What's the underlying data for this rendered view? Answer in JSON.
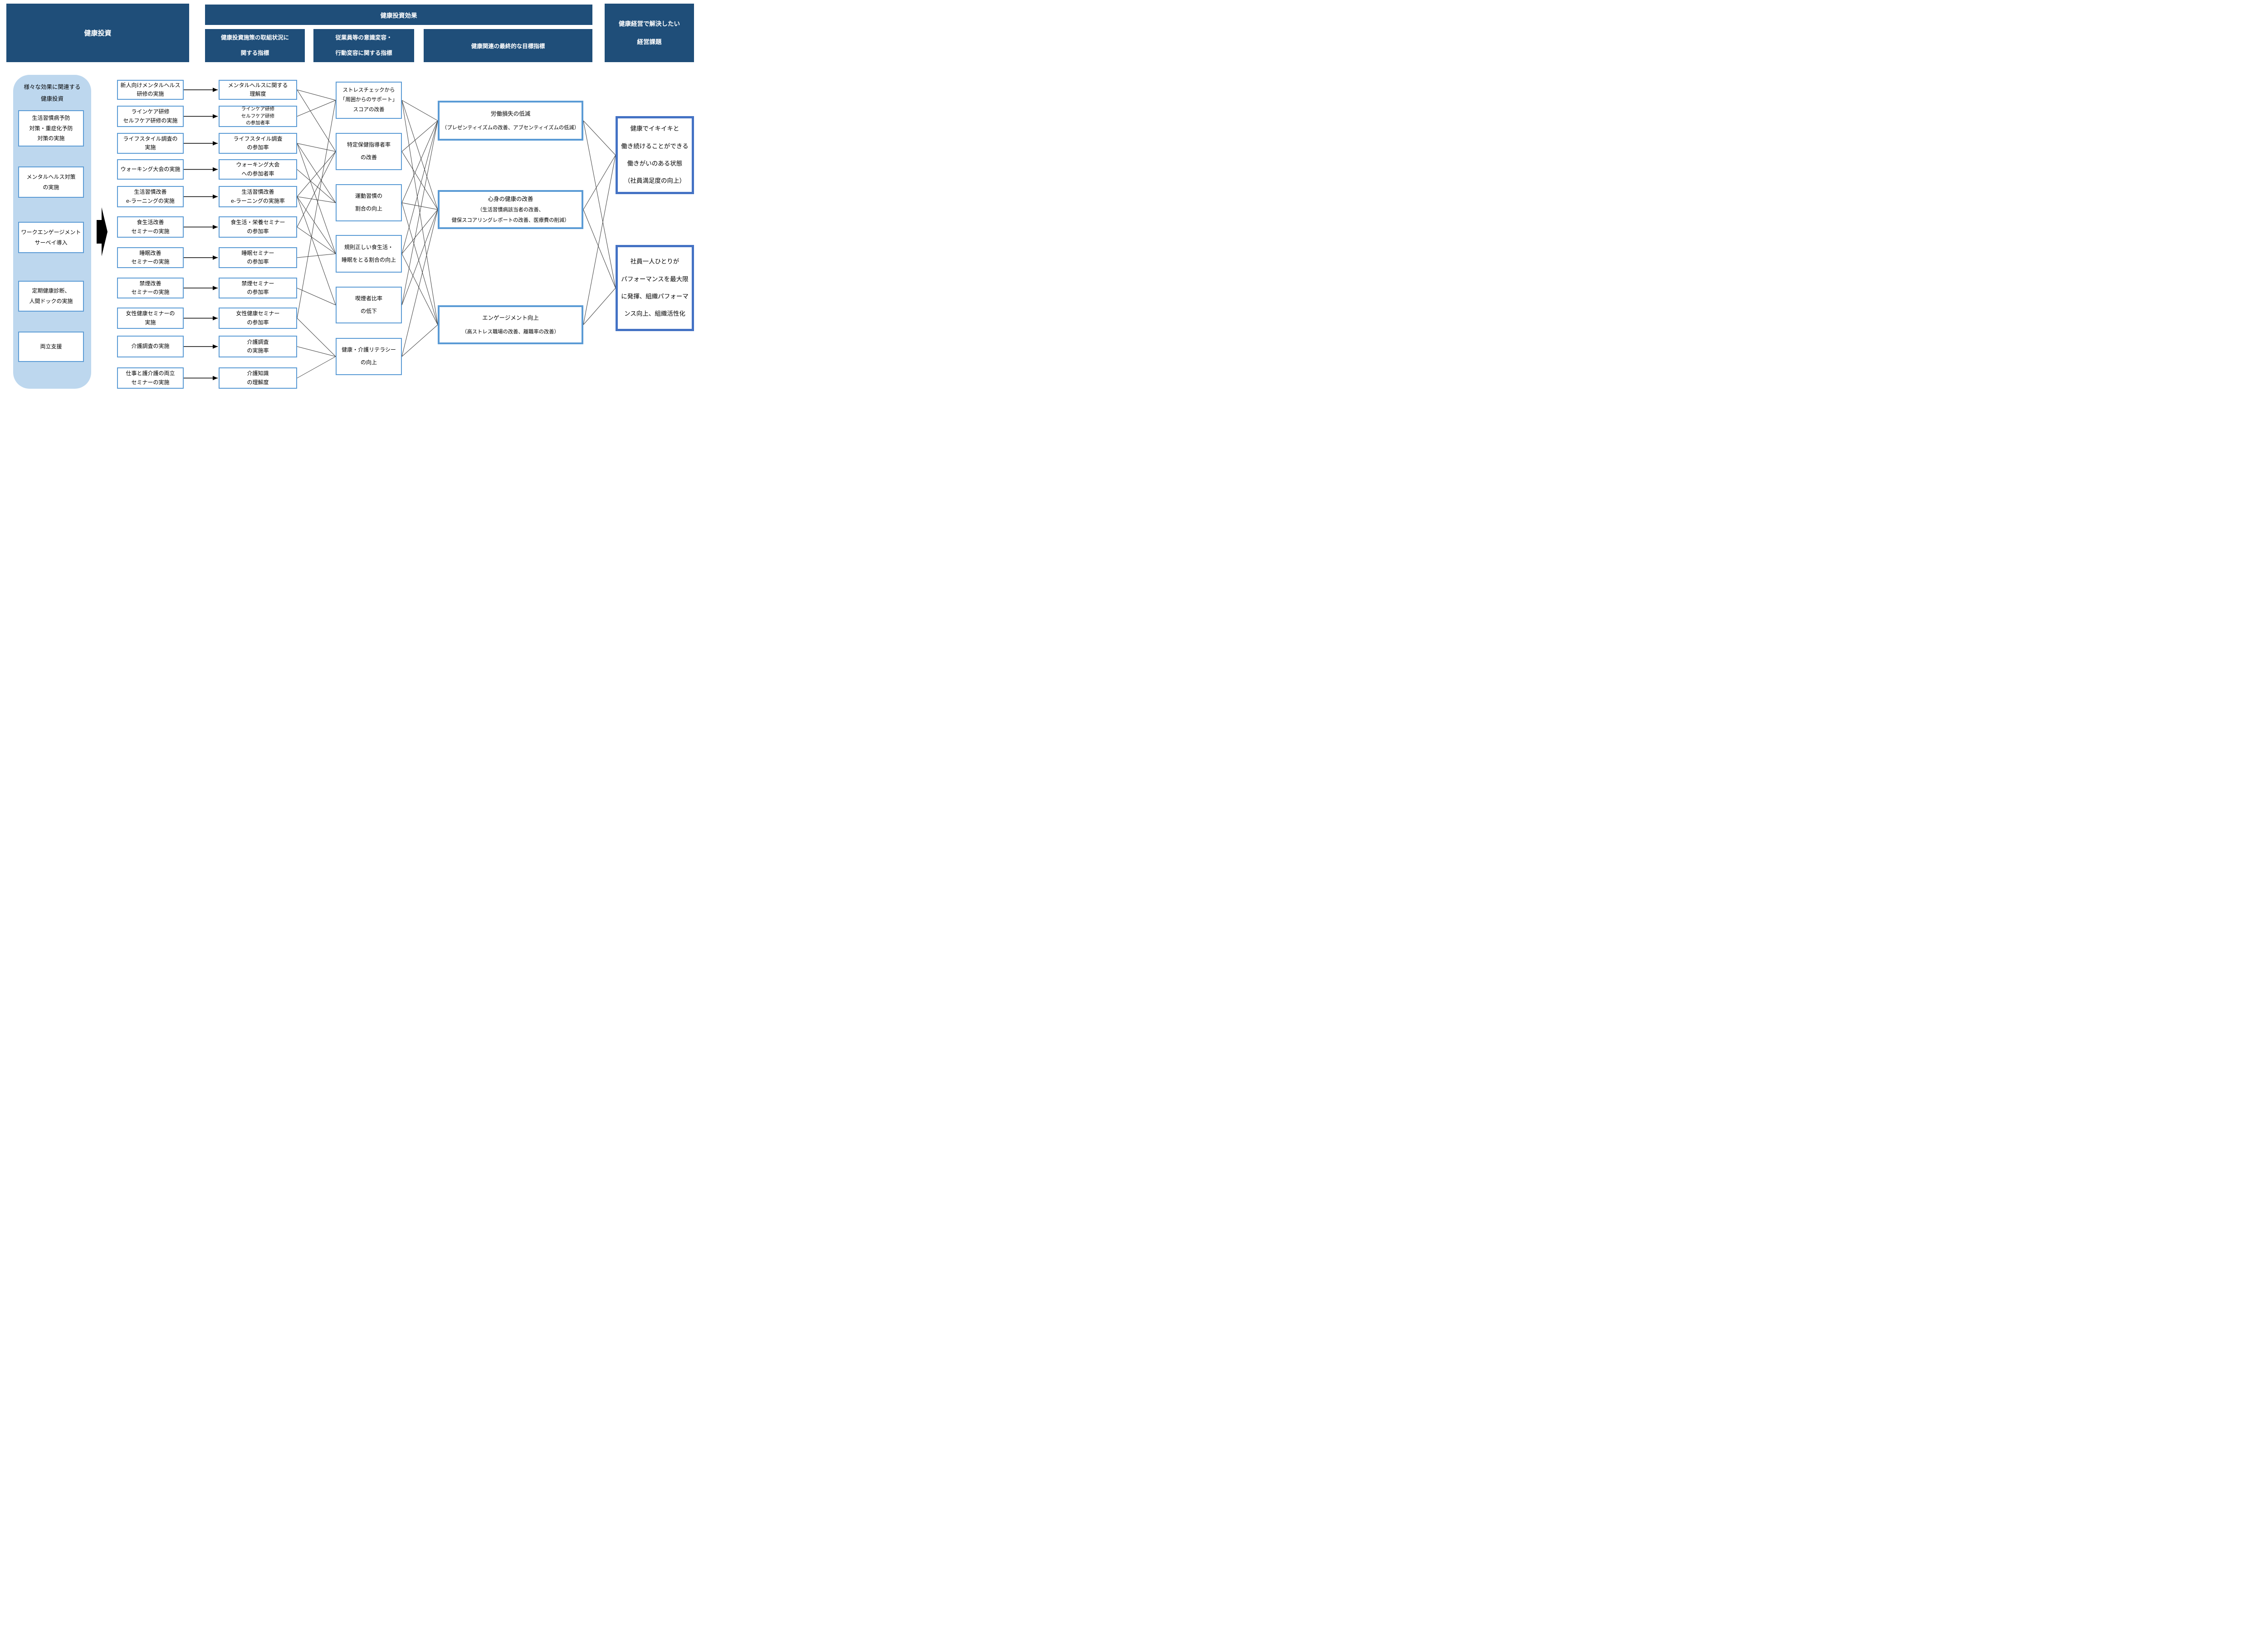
{
  "colors": {
    "header_bg": "#1F4E79",
    "header_text": "#FFFFFF",
    "sidebar_bg": "#BDD7EE",
    "box_border": "#5B9BD5",
    "target_border": "#5B9BD5",
    "goal_border": "#4472C4",
    "connector": "#404040",
    "flow_arrow": "#000000",
    "text": "#000000"
  },
  "headers": {
    "investment": "健康投資",
    "effect": "健康投資効果",
    "effect_sub_process": {
      "lines": [
        "健康投資施策の取組状況に",
        "関する指標"
      ]
    },
    "effect_sub_behavior": {
      "lines": [
        "従業員等の意識変容・",
        "行動変容に関する指標"
      ]
    },
    "effect_sub_target": "健康関連の最終的な目標指標",
    "management_issues": {
      "lines": [
        "健康経営で解決したい",
        "経営課題"
      ]
    }
  },
  "sidebar": {
    "title": {
      "lines": [
        "様々な効果に関連する",
        "健康投資"
      ]
    },
    "items": [
      {
        "lines": [
          "生活習慣病予防",
          "対策・重症化予防",
          "対策の実施"
        ]
      },
      {
        "lines": [
          "メンタルヘルス対策",
          "の実施"
        ]
      },
      {
        "lines": [
          "ワークエンゲージメント",
          "サーベイ導入"
        ]
      },
      {
        "lines": [
          "定期健康診断、",
          "人間ドックの実施"
        ]
      },
      {
        "lines": [
          "両立支援"
        ]
      }
    ]
  },
  "measures": [
    {
      "lines": [
        "新人向けメンタルヘルス",
        "研修の実施"
      ]
    },
    {
      "lines": [
        "ラインケア研修",
        "セルフケア研修の実施"
      ]
    },
    {
      "lines": [
        "ライフスタイル調査の",
        "実施"
      ]
    },
    {
      "lines": [
        "ウォーキング大会の実施"
      ]
    },
    {
      "lines": [
        "生活習慣改善",
        "e-ラーニングの実施"
      ]
    },
    {
      "lines": [
        "食生活改善",
        "セミナーの実施"
      ]
    },
    {
      "lines": [
        "睡眠改善",
        "セミナーの実施"
      ]
    },
    {
      "lines": [
        "禁煙改善",
        "セミナーの実施"
      ]
    },
    {
      "lines": [
        "女性健康セミナーの",
        "実施"
      ]
    },
    {
      "lines": [
        "介護調査の実施"
      ]
    },
    {
      "lines": [
        "仕事と護介護の両立",
        "セミナーの実施"
      ]
    }
  ],
  "process_indicators": [
    {
      "lines": [
        "メンタルヘルスに関する",
        "理解度"
      ]
    },
    {
      "lines": [
        "ラインケア研修",
        "セルフケア研修",
        "の参加者率"
      ]
    },
    {
      "lines": [
        "ライフスタイル調査",
        "の参加率"
      ]
    },
    {
      "lines": [
        "ウォーキング大会",
        "への参加者率"
      ]
    },
    {
      "lines": [
        "生活習慣改善",
        "e-ラーニングの実施率"
      ]
    },
    {
      "lines": [
        "食生活・栄養セミナー",
        "の参加率"
      ]
    },
    {
      "lines": [
        "睡眠セミナー",
        "の参加率"
      ]
    },
    {
      "lines": [
        "禁煙セミナー",
        "の参加率"
      ]
    },
    {
      "lines": [
        "女性健康セミナー",
        "の参加率"
      ]
    },
    {
      "lines": [
        "介護調査",
        "の実施率"
      ]
    },
    {
      "lines": [
        "介護知識",
        "の理解度"
      ]
    }
  ],
  "behavior_indicators": [
    {
      "lines": [
        "ストレスチェックから",
        "「周囲からのサポート」",
        "スコアの改善"
      ]
    },
    {
      "lines": [
        "特定保健指導者率",
        "の改善"
      ]
    },
    {
      "lines": [
        "運動習慣の",
        "割合の向上"
      ]
    },
    {
      "lines": [
        "規則正しい食生活・",
        "睡眠をとる割合の向上"
      ]
    },
    {
      "lines": [
        "喫煙者比率",
        "の低下"
      ]
    },
    {
      "lines": [
        "健康・介護リテラシー",
        "の向上"
      ]
    }
  ],
  "target_indicators": [
    {
      "lines": [
        "労働損失の低減",
        "（プレゼンティイズムの改善、アブセンティイズムの低減）"
      ]
    },
    {
      "lines": [
        "心身の健康の改善",
        "（生活習慣病該当者の改善、",
        "健保スコアリングレポートの改善、医療費の削減）"
      ]
    },
    {
      "lines": [
        "エンゲージメント向上",
        "（高ストレス職場の改善、離職率の改善）"
      ]
    }
  ],
  "goals": [
    {
      "lines": [
        "健康でイキイキと",
        "働き続けることができる",
        "働きがいのある状態",
        "（社員満足度の向上）"
      ]
    },
    {
      "lines": [
        "社員一人ひとりが",
        "パフォーマンスを最大限",
        "に発揮、組織パフォーマ",
        "ンス向上、組織活性化"
      ]
    }
  ],
  "connections": {
    "measure_to_process": [
      [
        0,
        0
      ],
      [
        1,
        1
      ],
      [
        2,
        2
      ],
      [
        3,
        3
      ],
      [
        4,
        4
      ],
      [
        5,
        5
      ],
      [
        6,
        6
      ],
      [
        7,
        7
      ],
      [
        8,
        8
      ],
      [
        9,
        9
      ],
      [
        10,
        10
      ]
    ],
    "process_to_behavior": [
      [
        0,
        0
      ],
      [
        0,
        1
      ],
      [
        1,
        0
      ],
      [
        2,
        1
      ],
      [
        2,
        2
      ],
      [
        2,
        3
      ],
      [
        3,
        2
      ],
      [
        4,
        1
      ],
      [
        4,
        2
      ],
      [
        4,
        3
      ],
      [
        4,
        4
      ],
      [
        5,
        1
      ],
      [
        5,
        3
      ],
      [
        6,
        3
      ],
      [
        7,
        4
      ],
      [
        8,
        0
      ],
      [
        8,
        5
      ],
      [
        9,
        5
      ],
      [
        10,
        5
      ]
    ],
    "behavior_to_target": [
      [
        0,
        0
      ],
      [
        0,
        1
      ],
      [
        0,
        2
      ],
      [
        1,
        0
      ],
      [
        1,
        1
      ],
      [
        2,
        0
      ],
      [
        2,
        1
      ],
      [
        2,
        2
      ],
      [
        3,
        0
      ],
      [
        3,
        1
      ],
      [
        3,
        2
      ],
      [
        4,
        0
      ],
      [
        4,
        1
      ],
      [
        5,
        1
      ],
      [
        5,
        2
      ]
    ],
    "target_to_goal": [
      [
        0,
        0
      ],
      [
        0,
        1
      ],
      [
        1,
        0
      ],
      [
        1,
        1
      ],
      [
        2,
        0
      ],
      [
        2,
        1
      ]
    ]
  }
}
